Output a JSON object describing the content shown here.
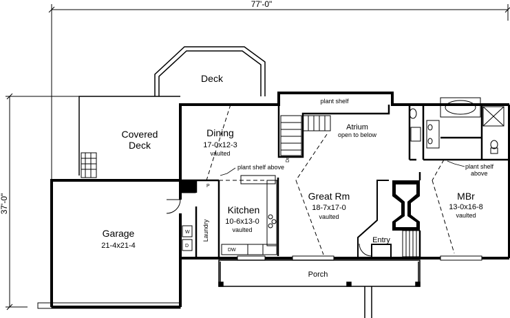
{
  "dimensions": {
    "overall_width": "77'-0\"",
    "overall_depth": "37'-0\""
  },
  "rooms": {
    "deck": {
      "name": "Deck"
    },
    "covered_deck": {
      "name_line1": "Covered",
      "name_line2": "Deck"
    },
    "dining": {
      "name": "Dining",
      "size": "17-0x12-3",
      "note": "vaulted"
    },
    "atrium": {
      "name": "Atrium",
      "note": "open to below"
    },
    "great_room": {
      "name": "Great Rm",
      "size": "18-7x17-0",
      "note": "vaulted"
    },
    "kitchen": {
      "name": "Kitchen",
      "size": "10-6x13-0",
      "note": "vaulted"
    },
    "master_bedroom": {
      "name": "MBr",
      "size": "13-0x16-8",
      "note": "vaulted"
    },
    "garage": {
      "name": "Garage",
      "size": "21-4x21-4"
    },
    "laundry": {
      "name": "Laundry"
    },
    "porch": {
      "name": "Porch"
    },
    "entry": {
      "name": "Entry"
    }
  },
  "annotations": {
    "plant_shelf_top": "plant shelf",
    "plant_shelf_dining": "plant shelf above",
    "plant_shelf_mbr_line1": "plant shelf",
    "plant_shelf_mbr_line2": "above"
  },
  "fixtures": {
    "washer": "W",
    "dryer": "D",
    "pantry": "P",
    "dishwasher": "DW",
    "down": "Dn"
  }
}
